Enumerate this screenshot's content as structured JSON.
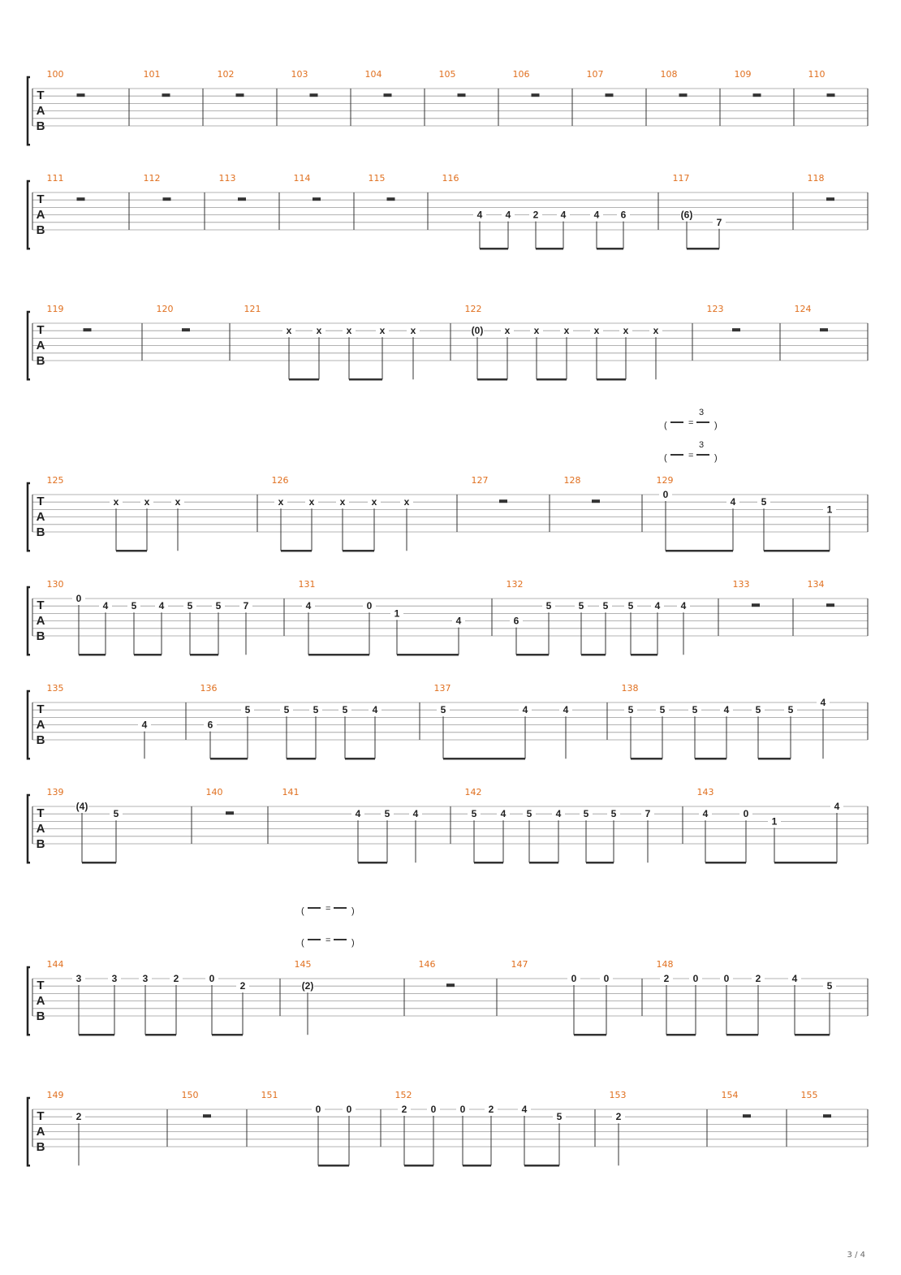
{
  "page": {
    "number_label": "3 / 4"
  },
  "tab_clef": [
    "T",
    "A",
    "B"
  ],
  "tempo_marks": [
    {
      "left": "(",
      "eq": "=",
      "right": ")",
      "tuplet": "3"
    },
    {
      "left": "(",
      "eq": "=",
      "right": ")",
      "tuplet": "3"
    },
    {
      "left": "(",
      "eq": "=",
      "right": ")",
      "tuplet": ""
    },
    {
      "left": "(",
      "eq": "=",
      "right": ")",
      "tuplet": ""
    }
  ],
  "systems": [
    {
      "measures": [
        {
          "number": "100",
          "notes": []
        },
        {
          "number": "101",
          "notes": []
        },
        {
          "number": "102",
          "notes": []
        },
        {
          "number": "103",
          "notes": []
        },
        {
          "number": "104",
          "notes": []
        },
        {
          "number": "105",
          "notes": []
        },
        {
          "number": "106",
          "notes": []
        },
        {
          "number": "107",
          "notes": []
        },
        {
          "number": "108",
          "notes": []
        },
        {
          "number": "109",
          "notes": []
        },
        {
          "number": "110",
          "notes": []
        }
      ]
    },
    {
      "measures": [
        {
          "number": "111",
          "notes": []
        },
        {
          "number": "112",
          "notes": []
        },
        {
          "number": "113",
          "notes": []
        },
        {
          "number": "114",
          "notes": []
        },
        {
          "number": "115",
          "notes": []
        },
        {
          "number": "116",
          "notes": [
            {
              "fret": "4",
              "string": 4
            },
            {
              "fret": "4",
              "string": 4
            },
            {
              "fret": "2",
              "string": 4
            },
            {
              "fret": "4",
              "string": 4
            },
            {
              "fret": "4",
              "string": 4
            },
            {
              "fret": "6",
              "string": 4
            }
          ]
        },
        {
          "number": "117",
          "notes": [
            {
              "fret": "(6)",
              "string": 4
            },
            {
              "fret": "7",
              "string": 5
            }
          ]
        },
        {
          "number": "118",
          "notes": []
        }
      ]
    },
    {
      "measures": [
        {
          "number": "119",
          "notes": []
        },
        {
          "number": "120",
          "notes": []
        },
        {
          "number": "121",
          "notes": [
            {
              "fret": "x",
              "string": 2
            },
            {
              "fret": "x",
              "string": 2
            },
            {
              "fret": "x",
              "string": 2
            },
            {
              "fret": "x",
              "string": 2
            },
            {
              "fret": "x",
              "string": 2
            }
          ]
        },
        {
          "number": "122",
          "notes": [
            {
              "fret": "(0)",
              "string": 2
            },
            {
              "fret": "x",
              "string": 2
            },
            {
              "fret": "x",
              "string": 2
            },
            {
              "fret": "x",
              "string": 2
            },
            {
              "fret": "x",
              "string": 2
            },
            {
              "fret": "x",
              "string": 2
            },
            {
              "fret": "x",
              "string": 2
            }
          ]
        },
        {
          "number": "123",
          "notes": []
        },
        {
          "number": "124",
          "notes": []
        }
      ]
    },
    {
      "measures": [
        {
          "number": "125",
          "notes": [
            {
              "fret": "x",
              "string": 2
            },
            {
              "fret": "x",
              "string": 2
            },
            {
              "fret": "x",
              "string": 2
            }
          ]
        },
        {
          "number": "126",
          "notes": [
            {
              "fret": "x",
              "string": 2
            },
            {
              "fret": "x",
              "string": 2
            },
            {
              "fret": "x",
              "string": 2
            },
            {
              "fret": "x",
              "string": 2
            },
            {
              "fret": "x",
              "string": 2
            }
          ]
        },
        {
          "number": "127",
          "notes": []
        },
        {
          "number": "128",
          "notes": []
        },
        {
          "number": "129",
          "notes": [
            {
              "fret": "0",
              "string": 1
            },
            {
              "fret": "4",
              "string": 2
            },
            {
              "fret": "5",
              "string": 2
            },
            {
              "fret": "1",
              "string": 3
            }
          ]
        }
      ]
    },
    {
      "measures": [
        {
          "number": "130",
          "notes": [
            {
              "fret": "0",
              "string": 1
            },
            {
              "fret": "4",
              "string": 2
            },
            {
              "fret": "5",
              "string": 2
            },
            {
              "fret": "4",
              "string": 2
            },
            {
              "fret": "5",
              "string": 2
            },
            {
              "fret": "5",
              "string": 2
            },
            {
              "fret": "7",
              "string": 2
            }
          ]
        },
        {
          "number": "131",
          "notes": [
            {
              "fret": "4",
              "string": 2
            },
            {
              "fret": "0",
              "string": 2
            },
            {
              "fret": "1",
              "string": 3
            },
            {
              "fret": "4",
              "string": 4
            }
          ]
        },
        {
          "number": "132",
          "notes": [
            {
              "fret": "6",
              "string": 4
            },
            {
              "fret": "5",
              "string": 2
            },
            {
              "fret": "5",
              "string": 2
            },
            {
              "fret": "5",
              "string": 2
            },
            {
              "fret": "5",
              "string": 2
            },
            {
              "fret": "4",
              "string": 2
            },
            {
              "fret": "4",
              "string": 2
            }
          ]
        },
        {
          "number": "133",
          "notes": []
        },
        {
          "number": "134",
          "notes": []
        }
      ]
    },
    {
      "measures": [
        {
          "number": "135",
          "notes": [
            {
              "fret": "4",
              "string": 4
            }
          ]
        },
        {
          "number": "136",
          "notes": [
            {
              "fret": "6",
              "string": 4
            },
            {
              "fret": "5",
              "string": 2
            },
            {
              "fret": "5",
              "string": 2
            },
            {
              "fret": "5",
              "string": 2
            },
            {
              "fret": "5",
              "string": 2
            },
            {
              "fret": "4",
              "string": 2
            }
          ]
        },
        {
          "number": "137",
          "notes": [
            {
              "fret": "5",
              "string": 2
            },
            {
              "fret": "4",
              "string": 2
            },
            {
              "fret": "4",
              "string": 2
            }
          ]
        },
        {
          "number": "138",
          "notes": [
            {
              "fret": "5",
              "string": 2
            },
            {
              "fret": "5",
              "string": 2
            },
            {
              "fret": "5",
              "string": 2
            },
            {
              "fret": "4",
              "string": 2
            },
            {
              "fret": "5",
              "string": 2
            },
            {
              "fret": "5",
              "string": 2
            },
            {
              "fret": "4",
              "string": 1
            }
          ]
        }
      ]
    },
    {
      "measures": [
        {
          "number": "139",
          "notes": [
            {
              "fret": "(4)",
              "string": 1
            },
            {
              "fret": "5",
              "string": 2
            }
          ]
        },
        {
          "number": "140",
          "notes": []
        },
        {
          "number": "141",
          "notes": [
            {
              "fret": "4",
              "string": 2
            },
            {
              "fret": "5",
              "string": 2
            },
            {
              "fret": "4",
              "string": 2
            }
          ]
        },
        {
          "number": "142",
          "notes": [
            {
              "fret": "5",
              "string": 2
            },
            {
              "fret": "4",
              "string": 2
            },
            {
              "fret": "5",
              "string": 2
            },
            {
              "fret": "4",
              "string": 2
            },
            {
              "fret": "5",
              "string": 2
            },
            {
              "fret": "5",
              "string": 2
            },
            {
              "fret": "7",
              "string": 2
            }
          ]
        },
        {
          "number": "143",
          "notes": [
            {
              "fret": "4",
              "string": 2
            },
            {
              "fret": "0",
              "string": 2
            },
            {
              "fret": "1",
              "string": 3
            },
            {
              "fret": "4",
              "string": 1
            }
          ]
        }
      ]
    },
    {
      "measures": [
        {
          "number": "144",
          "notes": [
            {
              "fret": "3",
              "string": 1
            },
            {
              "fret": "3",
              "string": 1
            },
            {
              "fret": "3",
              "string": 1
            },
            {
              "fret": "2",
              "string": 1
            },
            {
              "fret": "0",
              "string": 1
            },
            {
              "fret": "2",
              "string": 2
            }
          ]
        },
        {
          "number": "145",
          "notes": [
            {
              "fret": "(2)",
              "string": 2
            }
          ]
        },
        {
          "number": "146",
          "notes": []
        },
        {
          "number": "147",
          "notes": [
            {
              "fret": "0",
              "string": 1
            },
            {
              "fret": "0",
              "string": 1
            }
          ]
        },
        {
          "number": "148",
          "notes": [
            {
              "fret": "2",
              "string": 1
            },
            {
              "fret": "0",
              "string": 1
            },
            {
              "fret": "0",
              "string": 1
            },
            {
              "fret": "2",
              "string": 1
            },
            {
              "fret": "4",
              "string": 1
            },
            {
              "fret": "5",
              "string": 2
            }
          ]
        }
      ]
    },
    {
      "measures": [
        {
          "number": "149",
          "notes": [
            {
              "fret": "2",
              "string": 2
            }
          ]
        },
        {
          "number": "150",
          "notes": []
        },
        {
          "number": "151",
          "notes": [
            {
              "fret": "0",
              "string": 1
            },
            {
              "fret": "0",
              "string": 1
            }
          ]
        },
        {
          "number": "152",
          "notes": [
            {
              "fret": "2",
              "string": 1
            },
            {
              "fret": "0",
              "string": 1
            },
            {
              "fret": "0",
              "string": 1
            },
            {
              "fret": "2",
              "string": 1
            },
            {
              "fret": "4",
              "string": 1
            },
            {
              "fret": "5",
              "string": 2
            }
          ]
        },
        {
          "number": "153",
          "notes": [
            {
              "fret": "2",
              "string": 2
            }
          ]
        },
        {
          "number": "154",
          "notes": []
        },
        {
          "number": "155",
          "notes": []
        }
      ]
    }
  ]
}
